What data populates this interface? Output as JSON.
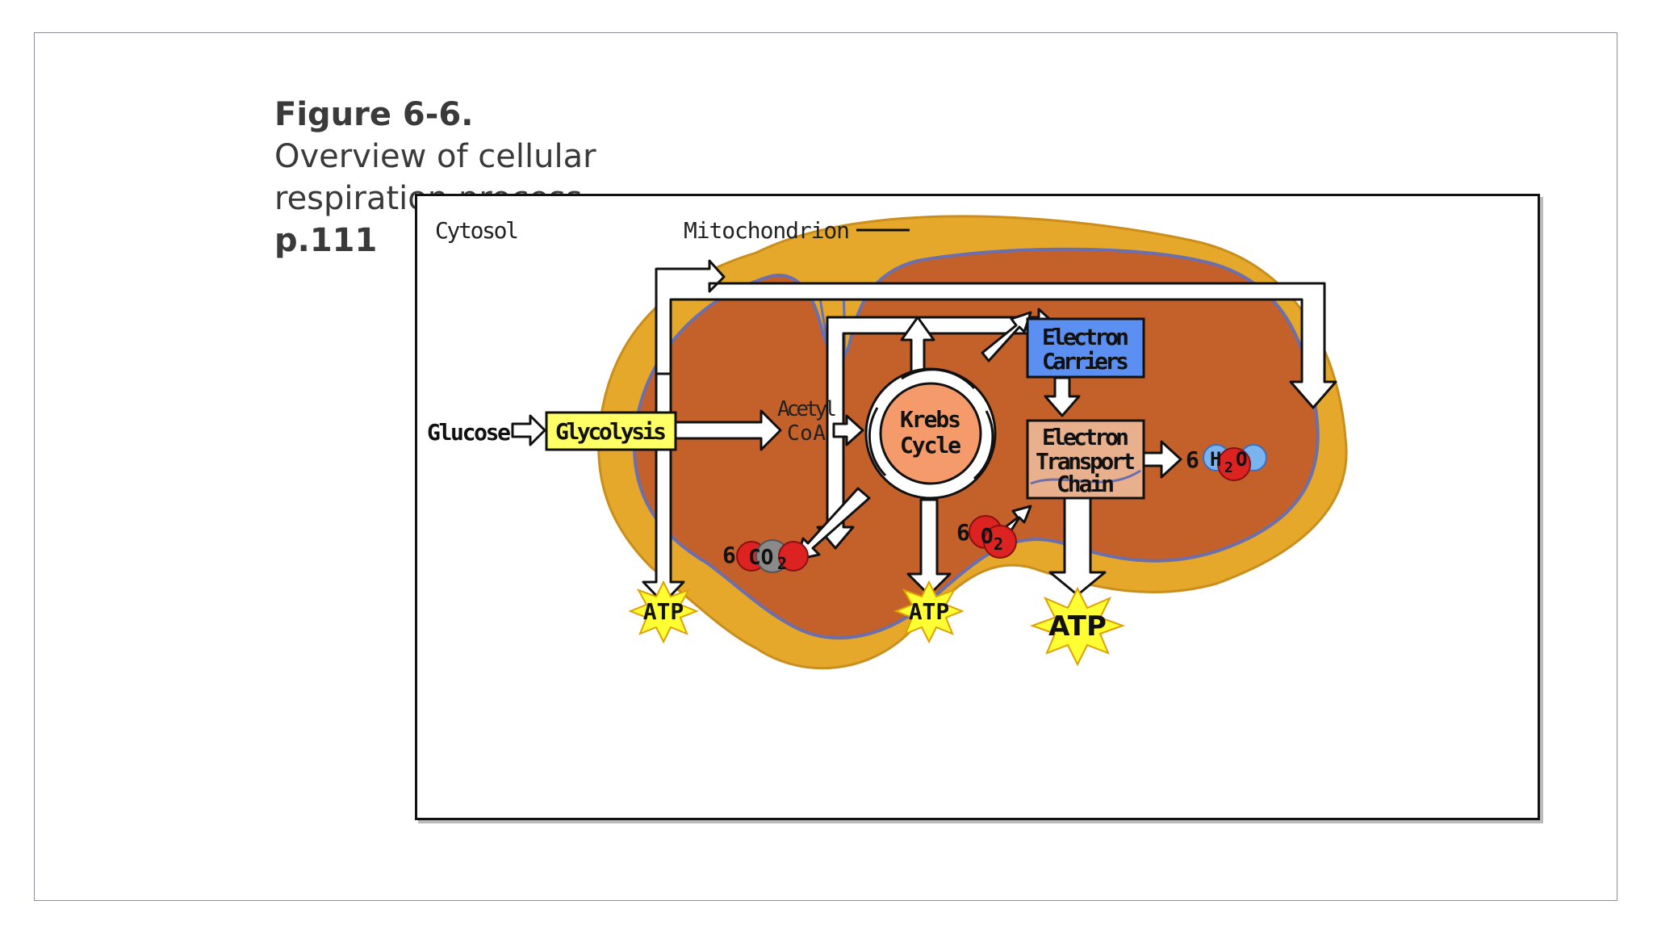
{
  "caption": {
    "figure_label": "Figure 6-6.",
    "title": "Overview of cellular respiration process.",
    "page_ref": "p.111"
  },
  "diagram": {
    "regions": {
      "cytosol": "Cytosol",
      "mitochondrion": "Mitochondrion"
    },
    "nodes": {
      "glucose": "Glucose",
      "glycolysis": "Glycolysis",
      "acetyl_line1": "Acetyl",
      "acetyl_line2": "CoA",
      "krebs_line1": "Krebs",
      "krebs_line2": "Cycle",
      "carriers_line1": "Electron",
      "carriers_line2": "Carriers",
      "etc_line1": "Electron",
      "etc_line2": "Transport",
      "etc_line3": "Chain",
      "atp": "ATP",
      "co2_coef": "6",
      "co2_formula": "CO",
      "co2_sub": "2",
      "o2_coef": "6",
      "o2_formula": "O",
      "o2_sub": "2",
      "h2o_coef": "6",
      "h2o_h": "H",
      "h2o_sub": "2",
      "h2o_o": "O"
    },
    "colors": {
      "outer_membrane": "#e6a82a",
      "matrix": "#c4602a",
      "cristae_line": "#6b6fae",
      "glycolysis_box": "#ffff66",
      "krebs_circle": "#f59a6a",
      "carriers_box": "#5b8ff2",
      "etc_box": "#e8b08c",
      "atp_burst": "#ffff33",
      "oxygen_red": "#dd2222",
      "carbon_gray": "#8a8a8a",
      "hydrogen_blue": "#7ab4f0"
    }
  }
}
